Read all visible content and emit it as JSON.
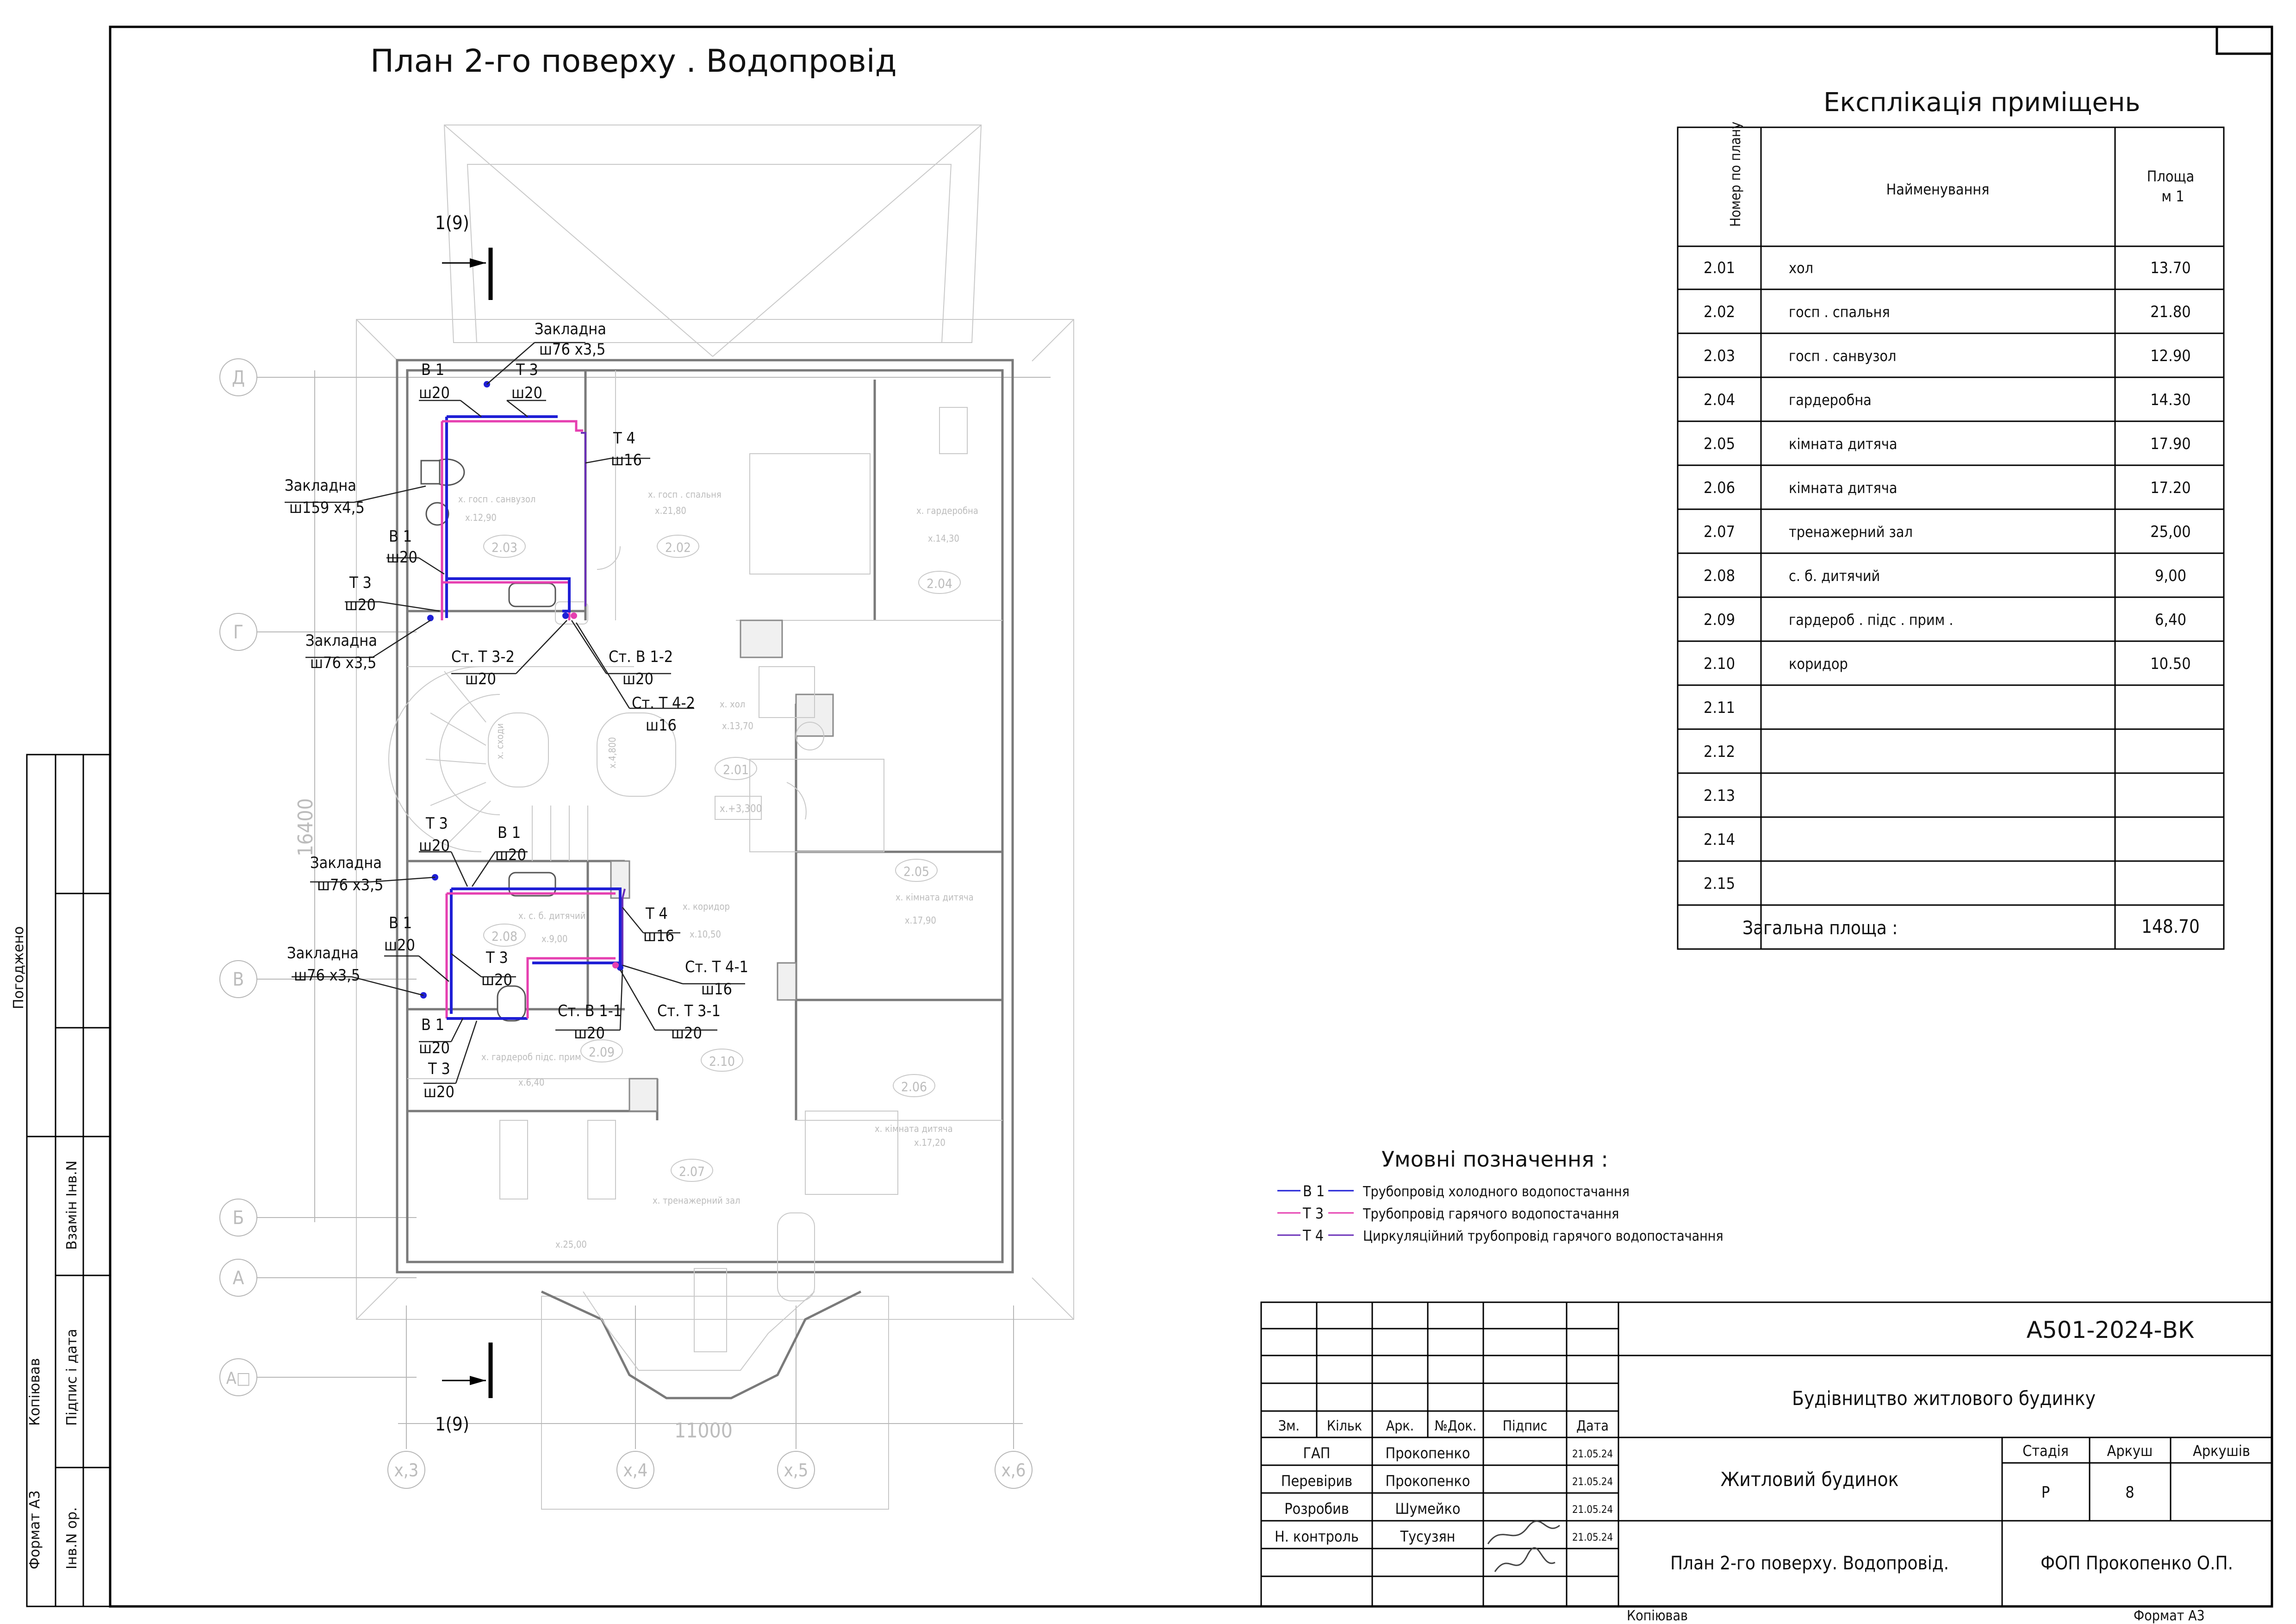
{
  "drawing": {
    "title": "План    2-го  поверху   . Водопровід",
    "section_marker": "1(9)",
    "dimension_width": "11000",
    "dimension_height": "16400",
    "axes_rows": [
      "Д",
      "Г",
      "В",
      "Б",
      "А",
      "А□"
    ],
    "axes_cols": [
      "х,3",
      "х,4",
      "х,5",
      "х,6"
    ]
  },
  "annotations": {
    "zakl_top": "Закладна",
    "zakl_top_size": "ш76 х3,5",
    "b1_a": "В 1",
    "b1_a_d": "ш20",
    "t3_a": "Т 3",
    "t3_a_d": "ш20",
    "t4_a": "Т 4",
    "t4_a_d": "ш16",
    "zakl_159": "Закладна",
    "zakl_159_size": "ш159  х4,5",
    "b1_b": "В 1",
    "b1_b_d": "ш20",
    "t3_b": "Т 3",
    "t3_b_d": "ш20",
    "zakl_g": "Закладна",
    "zakl_g_size": "ш76 х3,5",
    "st_t3_2": "Ст. Т 3-2",
    "st_t3_2_d": "ш20",
    "st_b1_2": "Ст. В 1-2",
    "st_b1_2_d": "ш20",
    "st_t4_2": "Ст. Т 4-2",
    "st_t4_2_d": "ш16",
    "t3_c": "Т 3",
    "t3_c_d": "ш20",
    "b1_c": "В 1",
    "b1_c_d": "ш20",
    "zakl_c": "Закладна",
    "zakl_c_size": "ш76 х3,5",
    "t4_c": "Т 4",
    "t4_c_d": "ш16",
    "b1_d": "В 1",
    "b1_d_d": "ш20",
    "zakl_d": "Закладна",
    "zakl_d_size": "ш76 х3,5",
    "t3_d": "Т 3",
    "t3_d_d": "ш20",
    "st_t4_1": "Ст. Т 4-1",
    "st_t4_1_d": "ш16",
    "st_b1_1": "Ст. В 1-1",
    "st_b1_1_d": "ш20",
    "st_t3_1": "Ст. Т 3-1",
    "st_t3_1_d": "ш20",
    "b1_e": "В 1",
    "b1_e_d": "ш20",
    "t3_e": "Т 3",
    "t3_e_d": "ш20"
  },
  "room_labels": [
    {
      "num": "2.03",
      "name": "х. госп . санвузол",
      "area": "х.12,90"
    },
    {
      "num": "2.02",
      "name": "х. госп . спальня",
      "area": "х.21,80"
    },
    {
      "num": "2.04",
      "name": "х. гардеробна",
      "area": "х.14,30"
    },
    {
      "num": "2.01",
      "name": "х. хол",
      "area": "х.13,70"
    },
    {
      "num": "2.08",
      "name": "х. с. б. дитячий",
      "area": "х.9,00"
    },
    {
      "num": "2.05",
      "name": "х. кімната  дитяча",
      "area": "х.17,90"
    },
    {
      "num": "2.09",
      "name": "х. гардероб   підс. прим",
      "area": "х.6,40"
    },
    {
      "num": "2.10",
      "name": "х. коридор",
      "area": "х.10,50"
    },
    {
      "num": "2.06",
      "name": "х. кімната  дитяча",
      "area": "х.17,20"
    },
    {
      "num": "2.07",
      "name": "х. тренажерний   зал",
      "area": "х.25,00"
    }
  ],
  "stair_labels": {
    "s1": "х. сходи",
    "s2": "х.4,800",
    "elev": "х.+3,300"
  },
  "explication": {
    "title": "Експлікація      приміщень",
    "header_num": "Номер  по  плану",
    "header_name": "Найменування",
    "header_area_1": "Площа",
    "header_area_2": "м 1",
    "rows": [
      {
        "num": "2.01",
        "name": "хол",
        "area": "13.70"
      },
      {
        "num": "2.02",
        "name": "госп . спальня",
        "area": "21.80"
      },
      {
        "num": "2.03",
        "name": "госп . санвузол",
        "area": "12.90"
      },
      {
        "num": "2.04",
        "name": "гардеробна",
        "area": "14.30"
      },
      {
        "num": "2.05",
        "name": "кімната    дитяча",
        "area": "17.90"
      },
      {
        "num": "2.06",
        "name": "кімната    дитяча",
        "area": "17.20"
      },
      {
        "num": "2.07",
        "name": "тренажерний      зал",
        "area": "25,00"
      },
      {
        "num": "2.08",
        "name": "с. б.  дитячий",
        "area": "9,00"
      },
      {
        "num": "2.09",
        "name": "гардероб    . підс . прим  .",
        "area": "6,40"
      },
      {
        "num": "2.10",
        "name": "коридор",
        "area": "10.50"
      },
      {
        "num": "2.11",
        "name": "",
        "area": ""
      },
      {
        "num": "2.12",
        "name": "",
        "area": ""
      },
      {
        "num": "2.13",
        "name": "",
        "area": ""
      },
      {
        "num": "2.14",
        "name": "",
        "area": ""
      },
      {
        "num": "2.15",
        "name": "",
        "area": ""
      }
    ],
    "total_label": "Загальна     площа     :",
    "total_value": "148.70"
  },
  "legend": {
    "title": "Умовні     позначення      :",
    "items": [
      {
        "code": "В 1",
        "text": "Трубопровід     холодного     водопостачання"
      },
      {
        "code": "Т 3",
        "text": "Трубопровід     гарячого    водопостачання"
      },
      {
        "code": "Т 4",
        "text": "Циркуляційний       трубопровід      гарячого    водопостачання"
      }
    ],
    "colors": {
      "b1": "#1f1fd6",
      "t3": "#e63fb0",
      "t4": "#6a2fb8"
    }
  },
  "title_block": {
    "code": "А501-2024-ВК",
    "project": "Будівництво житлового будинку",
    "object": "Житловий будинок",
    "sheet_title": "План 2-го поверху. Водопровід.",
    "company": "ФОП Прокопенко О.П.",
    "col_headers": [
      "Зм.",
      "Кільк",
      "Арк.",
      "№Док.",
      "Підпис",
      "Дата"
    ],
    "stage_label": "Стадія",
    "sheet_label": "Аркуш",
    "sheets_label": "Аркушів",
    "stage": "Р",
    "sheet": "8",
    "sheets": "",
    "people": [
      {
        "role": "ГАП",
        "name": "Прокопенко",
        "date": "21.05.24"
      },
      {
        "role": "Перевірив",
        "name": "Прокопенко",
        "date": "21.05.24"
      },
      {
        "role": "Розробив",
        "name": "Шумейко",
        "date": "21.05.24"
      },
      {
        "role": "Н. контроль",
        "name": "Тусузян",
        "date": "21.05.24"
      }
    ]
  },
  "side_stamp": {
    "approved": "Погоджено",
    "replace_inv": "Взамін Інв.N",
    "sign_date": "Підпис і дата",
    "inv_orig": "Інв.N ор.",
    "copied": "Копіював",
    "format": "Формат А3"
  },
  "footer": {
    "copied": "Копіював",
    "format": "Формат А3"
  }
}
